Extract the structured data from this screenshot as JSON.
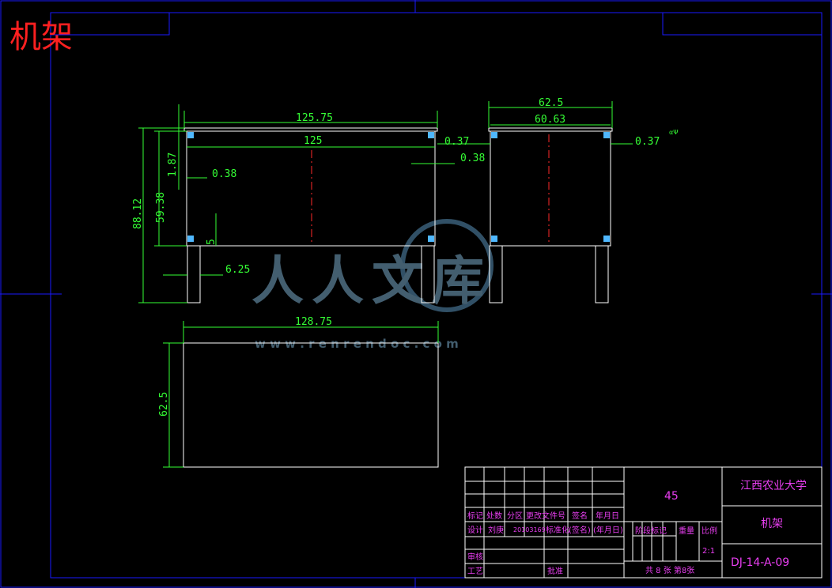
{
  "title": "机架",
  "colors": {
    "frame": "#1a1aff",
    "outline": "#ffffff",
    "dimension": "#35ff35",
    "center_line": "#ff2a2a",
    "title_block": "#e83ef0",
    "title": "#ff2020",
    "watermark": "#4f6f83"
  },
  "dimensions": {
    "front_top_width": "125.75",
    "front_inner_width": "125",
    "front_right_gap_a": "0.37",
    "front_right_gap_b": "0.38",
    "front_left_thickness": "1.87",
    "front_left_gap": "0.38",
    "overall_height": "88.12",
    "body_height": "59.38",
    "bottom_block": "5",
    "leg_width": "6.25",
    "side_top_width": "62.5",
    "side_inner_width": "60.63",
    "side_gap": "0.37",
    "tiny_note": "αΨ",
    "top_plate_width": "128.75",
    "top_plate_height": "62.5"
  },
  "watermark": {
    "brand": "人人文库",
    "url": "w w w . r e n r e n d o c . c o m"
  },
  "title_block": {
    "labels": {
      "mark": "标记",
      "count": "处数",
      "zone": "分区",
      "change_doc": "更改文件号",
      "signature": "签名",
      "date": "年月日",
      "design": "设计",
      "designer": "刘庚",
      "student_id": "20103169",
      "standardize": "标准化",
      "sign_paren": "(签名)",
      "date_paren": "(年月日)",
      "review": "审核",
      "process": "工艺",
      "approve": "批准",
      "stage_mark": "阶段标记",
      "weight": "重量",
      "scale_label": "比例"
    },
    "material": "45",
    "scale_value": "2:1",
    "sheets": "共 8 张  第8张",
    "school": "江西农业大学",
    "part_name": "机架",
    "drawing_no": "DJ-14-A-09"
  }
}
